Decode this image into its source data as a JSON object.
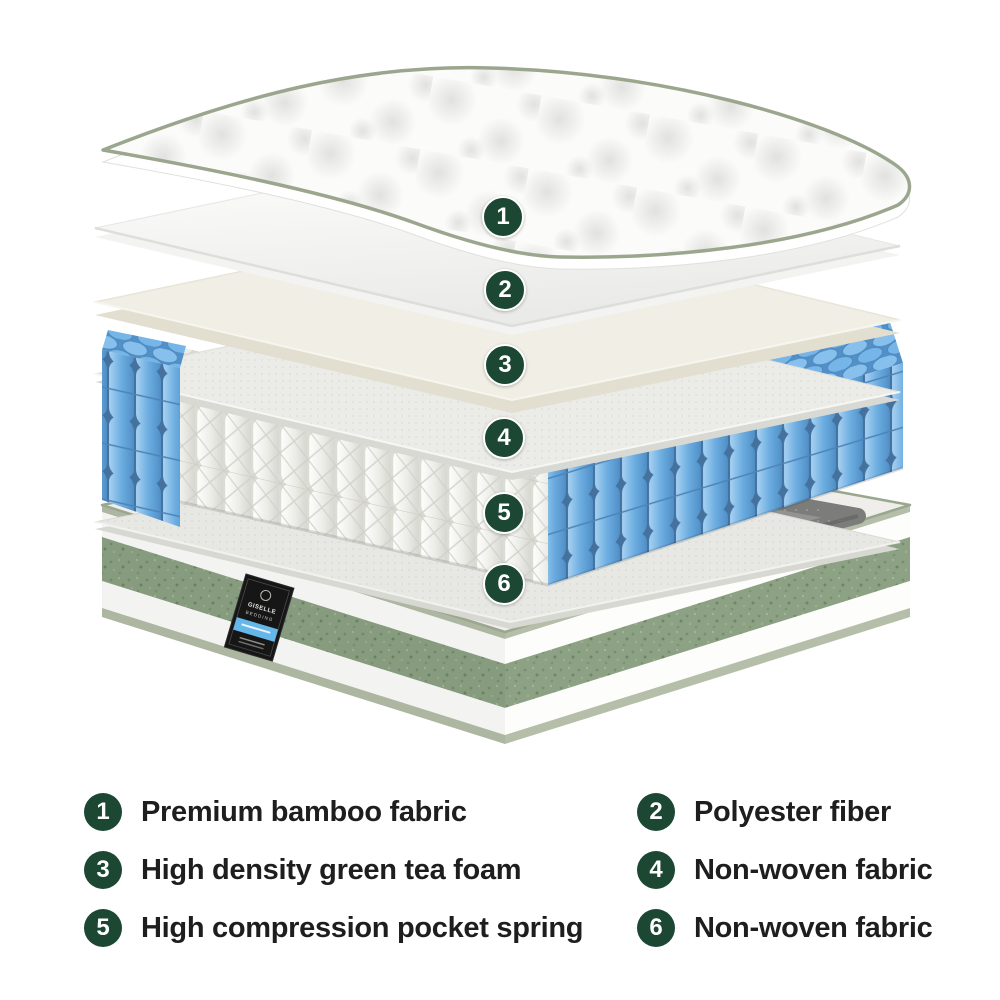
{
  "diagram": {
    "badges": [
      {
        "num": "1"
      },
      {
        "num": "2"
      },
      {
        "num": "3"
      },
      {
        "num": "4"
      },
      {
        "num": "5"
      },
      {
        "num": "6"
      }
    ],
    "brand_tag": {
      "line1": "GISELLE",
      "line2": "BEDDING"
    }
  },
  "legend": {
    "items": [
      {
        "num": "1",
        "label": "Premium bamboo fabric"
      },
      {
        "num": "2",
        "label": "Polyester fiber"
      },
      {
        "num": "3",
        "label": "High density green tea foam"
      },
      {
        "num": "4",
        "label": "Non-woven fabric"
      },
      {
        "num": "5",
        "label": "High compression pocket spring"
      },
      {
        "num": "6",
        "label": "Non-woven fabric"
      }
    ]
  },
  "colors": {
    "badge_green": "#1b4733",
    "text_dark": "#1e1e1e",
    "spring_blue": "#6cade0",
    "stripe_green": "#8da284",
    "piping_green": "#9aa78e",
    "label_blue": "#64b7e8"
  }
}
